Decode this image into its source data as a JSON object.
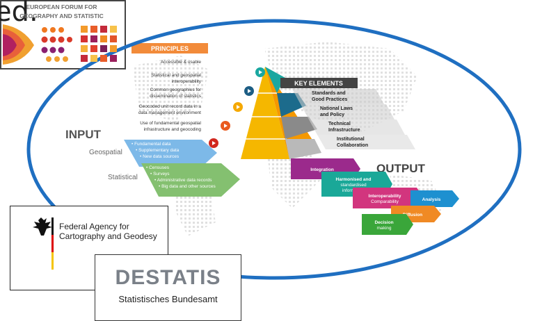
{
  "top_text": "ed.",
  "principles": {
    "header": "PRINCIPLES",
    "items": [
      {
        "lines": [
          "Accessible & usable"
        ]
      },
      {
        "lines": [
          "Statistical and geospatial",
          "interoperability"
        ]
      },
      {
        "lines": [
          "Common geographies for",
          "dissemination of statistics"
        ]
      },
      {
        "lines": [
          "Geocoded unit record data in a",
          "data management environment"
        ]
      },
      {
        "lines": [
          "Use of fundamental geospatial",
          "infrastructure and geocoding"
        ]
      }
    ]
  },
  "key_elements": {
    "header": "KEY ELEMENTS",
    "items": [
      {
        "lines": [
          "Standards and",
          "Good Practices"
        ]
      },
      {
        "lines": [
          "National Laws",
          "and Policy"
        ]
      },
      {
        "lines": [
          "Technical",
          "Infrastructure"
        ]
      },
      {
        "lines": [
          "Institutional",
          "Collaboration"
        ]
      }
    ]
  },
  "input": {
    "title": "INPUT",
    "geospatial_label": "Geospatial",
    "statistical_label": "Statistical",
    "geospatial_items": [
      "Fundamental data",
      "Supplementary data",
      "New data sources"
    ],
    "statistical_items": [
      "Censuses",
      "Surveys",
      "Administrative data records",
      "Big data and other sources"
    ]
  },
  "output": {
    "title": "OUTPUT",
    "steps": [
      {
        "lines": [
          "Integration"
        ],
        "color": "#9b2a8c"
      },
      {
        "lines": [
          "Harmonised and",
          "standardised",
          "information"
        ],
        "color": "#1aa898"
      },
      {
        "lines": [
          "Interoperability",
          "Comparability"
        ],
        "color": "#d2357e"
      },
      {
        "lines": [
          "Analysis"
        ],
        "color": "#1e90d0"
      },
      {
        "lines": [
          "Diffusion"
        ],
        "color": "#f08a24"
      },
      {
        "lines": [
          "Decision",
          "making"
        ],
        "color": "#3aa63a"
      }
    ]
  },
  "efgs": {
    "line1": "EUROPEAN FORUM FOR",
    "line2": "GEOGRAPHY AND STATISTIC"
  },
  "bkg": {
    "line1": "Federal Agency for",
    "line2": "Cartography and Geodesy"
  },
  "destatis": {
    "brand": "DESTATIS",
    "subtitle": "Statistisches Bundesamt"
  },
  "colors": {
    "ellipse": "#1f6fc1",
    "principles_header": "#f28b3a",
    "key_header": "#444444"
  }
}
